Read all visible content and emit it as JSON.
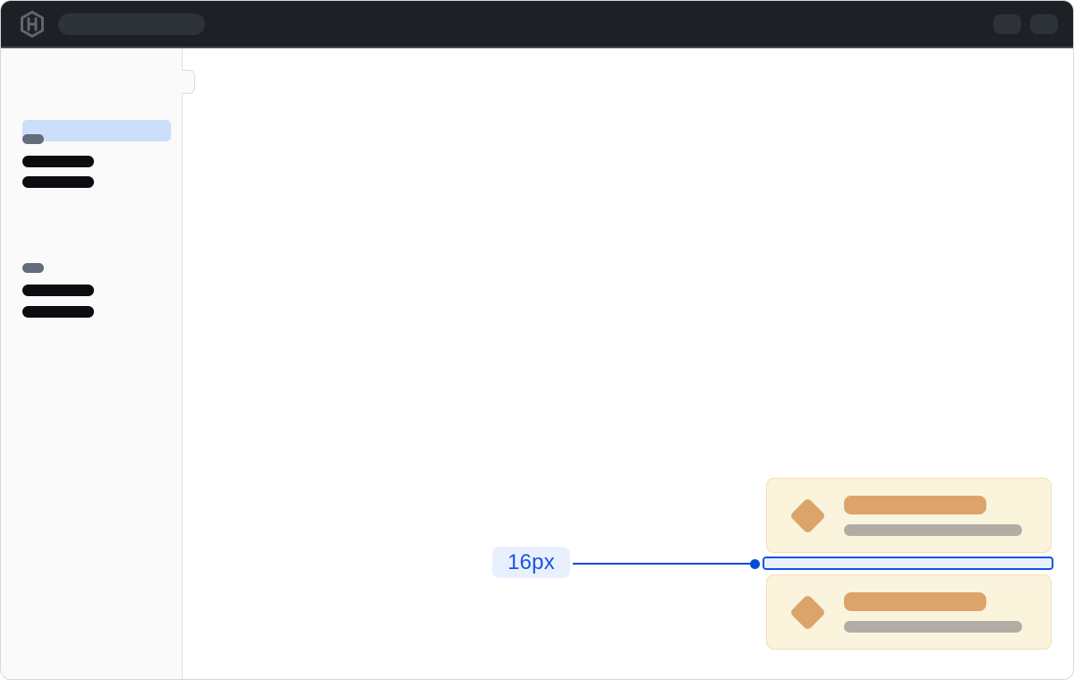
{
  "annotation": {
    "label": "16px"
  },
  "topbar": {
    "logo_icon": "hashicorp-logo-icon",
    "search_skeleton": "search-input-placeholder",
    "action_buttons": 2
  },
  "sidebar": {
    "selected_item_skeleton": 1,
    "groups": [
      {
        "label_skeleton": true,
        "item_skeletons": 2
      },
      {
        "label_skeleton": true,
        "item_skeletons": 2
      }
    ]
  },
  "main": {
    "toast_cards": [
      {
        "icon": "diamond-icon",
        "title_skeleton": true,
        "subtitle_skeleton": true
      },
      {
        "icon": "diamond-icon",
        "title_skeleton": true,
        "subtitle_skeleton": true
      }
    ]
  },
  "colors": {
    "topbar_bg": "#1d2126",
    "topbar_item_bg": "#2e333a",
    "topbar_border": "#4a4c50",
    "logo_gray": "#60656e",
    "sidebar_bg": "#fafafa",
    "sidebar_border": "#dcdee3",
    "selected_skeleton_blue": "#cbdffb",
    "section_label_gray": "#656c7a",
    "nav_item_black": "#0b0d11",
    "card_bg": "#fbf4dd",
    "card_border": "#f1dfae",
    "card_orange": "#dca46a",
    "card_gray": "#b1ada5",
    "highlight_border_blue": "#0b52e3",
    "highlight_fill": "#e9f1fc",
    "annotation_text_blue": "#1a54e0",
    "annotation_pill_bg": "#e9f0fd",
    "frame_border": "#d5d7dc"
  }
}
